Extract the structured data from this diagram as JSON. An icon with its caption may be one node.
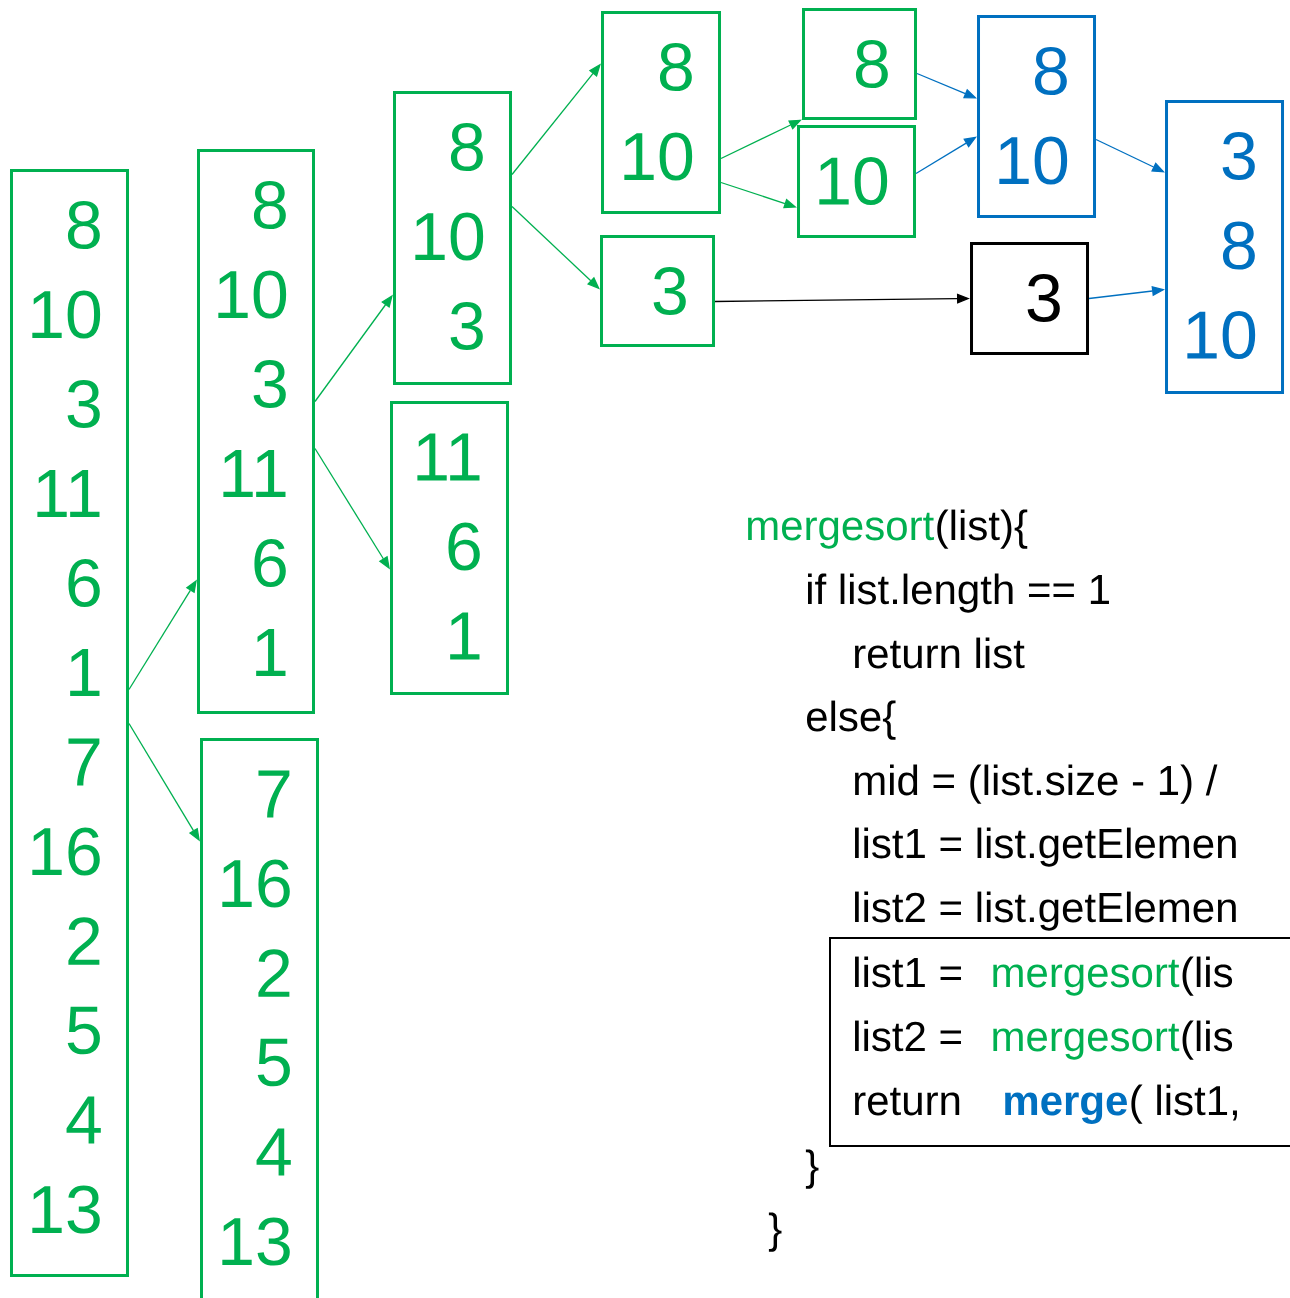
{
  "diagram": {
    "nodes": [
      {
        "text": [
          "8",
          "10",
          "3",
          "11",
          "6",
          "1",
          "7",
          "16",
          "2",
          "5",
          "4",
          "13"
        ]
      },
      {
        "text": [
          "8",
          "10",
          "3",
          "11",
          "6",
          "1"
        ]
      },
      {
        "text": [
          "7",
          "16",
          "2",
          "5",
          "4",
          "13"
        ]
      },
      {
        "text": [
          "8",
          "10",
          "3"
        ]
      },
      {
        "text": [
          "11",
          "6",
          "1"
        ]
      },
      {
        "text": [
          "8",
          "10"
        ]
      },
      {
        "text": [
          "3"
        ]
      },
      {
        "text": [
          "8"
        ]
      },
      {
        "text": [
          "10"
        ]
      },
      {
        "text": [
          "8",
          "10"
        ]
      },
      {
        "text": [
          "3"
        ]
      },
      {
        "text": [
          "3",
          "8",
          "10"
        ]
      }
    ],
    "edges": [
      {
        "from": 0,
        "to": 1,
        "arrow": "to"
      },
      {
        "from": 0,
        "to": 2,
        "arrow": "to"
      },
      {
        "from": 1,
        "to": 3,
        "arrow": "to"
      },
      {
        "from": 1,
        "to": 4,
        "arrow": "to"
      },
      {
        "from": 3,
        "to": 5,
        "arrow": "to"
      },
      {
        "from": 3,
        "to": 6,
        "arrow": "to"
      },
      {
        "from": 5,
        "to": 7,
        "arrow": "to"
      },
      {
        "from": 5,
        "to": 8,
        "arrow": "to"
      },
      {
        "from": 7,
        "to": 9,
        "arrow": "to",
        "color": "#0070c0"
      },
      {
        "from": 8,
        "to": 9,
        "arrow": "to",
        "color": "#0070c0"
      },
      {
        "from": 6,
        "to": 10,
        "arrow": "to",
        "color": "#000000"
      },
      {
        "from": 9,
        "to": 11,
        "arrow": "to",
        "color": "#0070c0"
      },
      {
        "from": 10,
        "to": 11,
        "arrow": "to",
        "color": "#0070c0"
      }
    ],
    "labels": [
      "mergesort",
      "(list){",
      "if  list.length == 1",
      "return list",
      "else{",
      "mid = (list.size - 1) /",
      "list1 =  list.getElemen",
      "list2 =  list.getElemen",
      "list1  =",
      "mergesort",
      "(lis",
      "list2  =",
      "mergesort",
      "(lis",
      "return",
      "merge",
      "( list1,",
      "}",
      "}"
    ]
  }
}
